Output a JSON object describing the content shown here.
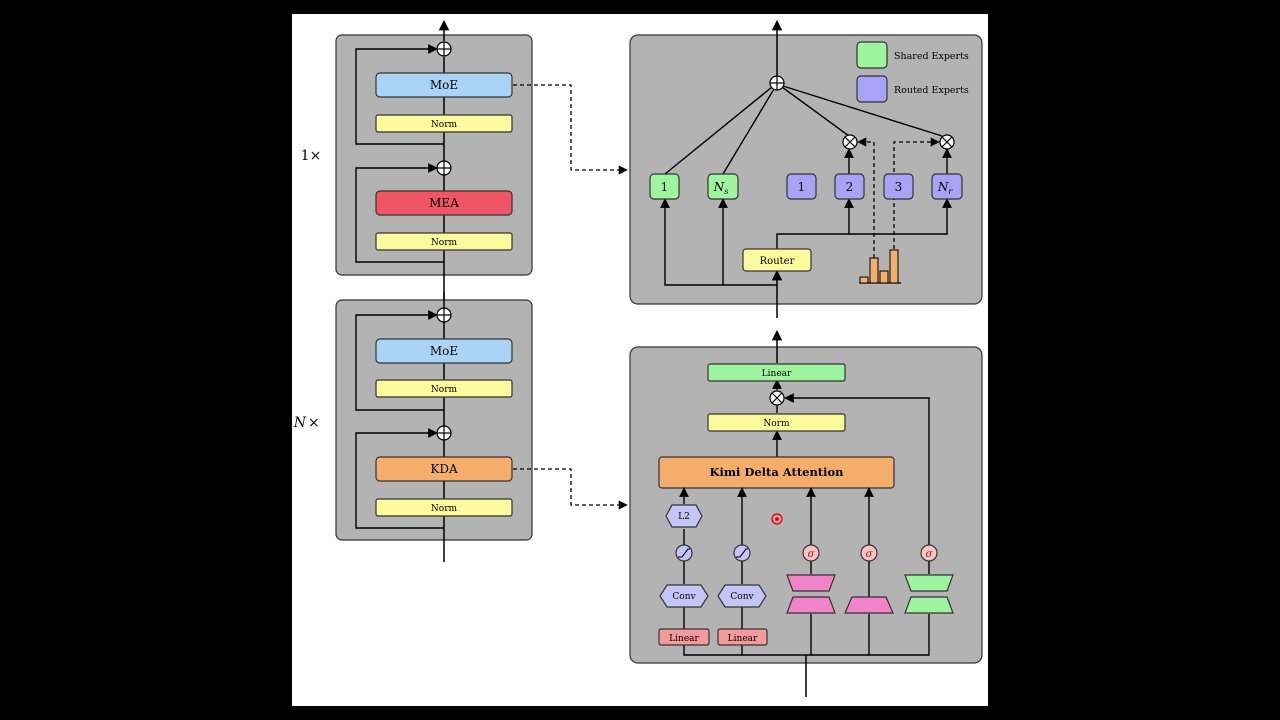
{
  "labels": {
    "repeat_top": "1×",
    "repeat_bottom_n": "N",
    "repeat_bottom_x": "×"
  },
  "left_top_block": {
    "moe": "MoE",
    "norm_top": "Norm",
    "mea": "MEA",
    "norm_bottom": "Norm"
  },
  "left_bottom_block": {
    "moe": "MoE",
    "norm_top": "Norm",
    "kda": "KDA",
    "norm_bottom": "Norm"
  },
  "moe_panel": {
    "legend": [
      {
        "label": "Shared Experts",
        "color": "#9ff59f"
      },
      {
        "label": "Routed Experts",
        "color": "#a9a3f5"
      }
    ],
    "shared_experts": [
      "1",
      "N",
      "s"
    ],
    "routed_experts": [
      "1",
      "2",
      "3",
      "N",
      "r"
    ],
    "router": "Router"
  },
  "kda_panel": {
    "linear_out": "Linear",
    "norm": "Norm",
    "kda": "Kimi Delta Attention",
    "l2": "L2",
    "conv": "Conv",
    "linear": "Linear",
    "sigma": "σ"
  },
  "colors": {
    "panel": "#b3b3b3",
    "moe": "#a9d4f7",
    "norm": "#fbfb9e",
    "mea": "#f05565",
    "kda": "#f4ad6a",
    "shared": "#9ff59f",
    "routed": "#a9a3f5",
    "linear_red": "#f49a9a",
    "sigma": "#fbc4c4",
    "pink": "#f184c8",
    "lavender": "#c4c4f7"
  }
}
